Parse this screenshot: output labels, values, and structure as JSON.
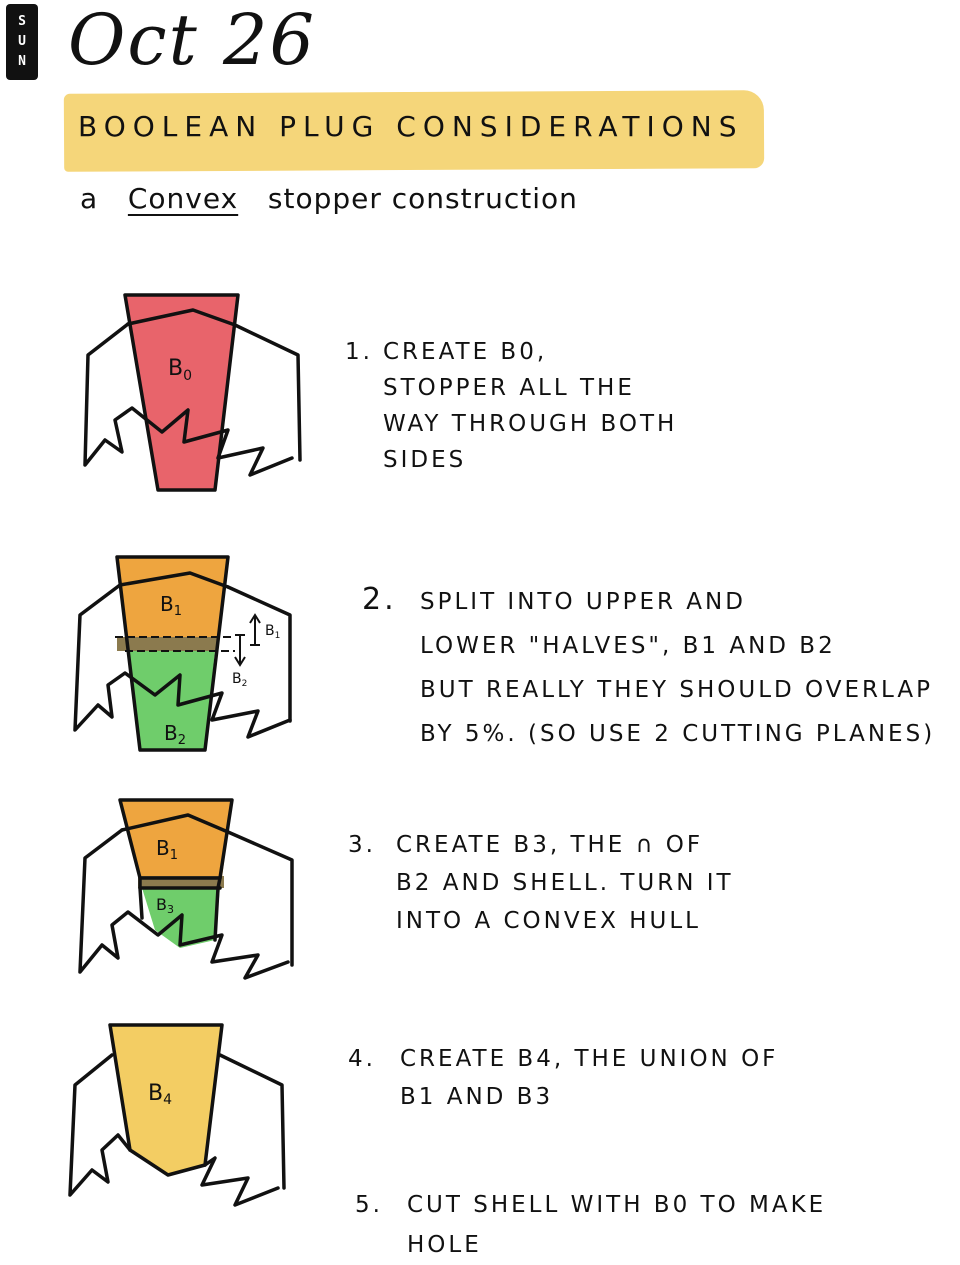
{
  "header": {
    "day": [
      "S",
      "U",
      "N"
    ],
    "date": "Oct 26",
    "title": "BOOLEAN PLUG CONSIDERATIONS",
    "subtitle_prefix": "a",
    "subtitle_emphasis": "Convex",
    "subtitle_suffix": "stopper construction"
  },
  "colors": {
    "highlight": "#f5d67a",
    "b0_red": "#e8646b",
    "b1_orange": "#eea53f",
    "b2_green": "#6fcd6b",
    "overlap_brown": "#8b7a4e",
    "b4_yellow": "#f3cd63",
    "ink": "#111111"
  },
  "diagrams": [
    {
      "label": "B0"
    },
    {
      "label_upper": "B1",
      "label_lower": "B2",
      "arrow_up": "B1",
      "arrow_down": "B2"
    },
    {
      "label_upper": "B1",
      "label_lower": "B3"
    },
    {
      "label": "B4"
    }
  ],
  "steps": [
    {
      "num": "1.",
      "lines": [
        "CREATE B0,",
        "STOPPER ALL THE",
        "WAY THROUGH BOTH",
        "SIDES"
      ]
    },
    {
      "num": "2.",
      "lines": [
        "SPLIT INTO UPPER AND",
        "LOWER \"HALVES\", B1 AND B2",
        "BUT REALLY THEY SHOULD OVERLAP",
        "BY 5%. (SO USE 2 CUTTING PLANES)"
      ]
    },
    {
      "num": "3.",
      "lines": [
        "CREATE B3, THE ∩ OF",
        "B2 AND SHELL. TURN IT",
        "INTO A CONVEX HULL"
      ]
    },
    {
      "num": "4.",
      "lines": [
        "CREATE B4, THE UNION OF",
        "B1 AND B3"
      ]
    },
    {
      "num": "5.",
      "lines": [
        "CUT SHELL WITH B0 TO MAKE",
        "HOLE"
      ]
    }
  ]
}
